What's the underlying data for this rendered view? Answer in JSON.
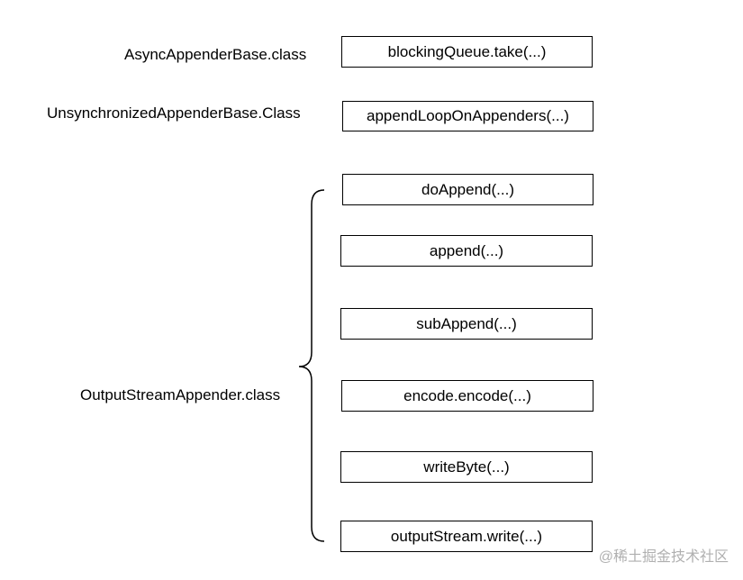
{
  "labels": {
    "async": "AsyncAppenderBase.class",
    "unsync": "UnsynchronizedAppenderBase.Class",
    "output": "OutputStreamAppender.class"
  },
  "methods": [
    "blockingQueue.take(...)",
    "appendLoopOnAppenders(...)",
    "doAppend(...)",
    "append(...)",
    "subAppend(...)",
    "encode.encode(...)",
    "writeByte(...)",
    "outputStream.write(...)"
  ],
  "watermark": "@稀土掘金技术社区"
}
